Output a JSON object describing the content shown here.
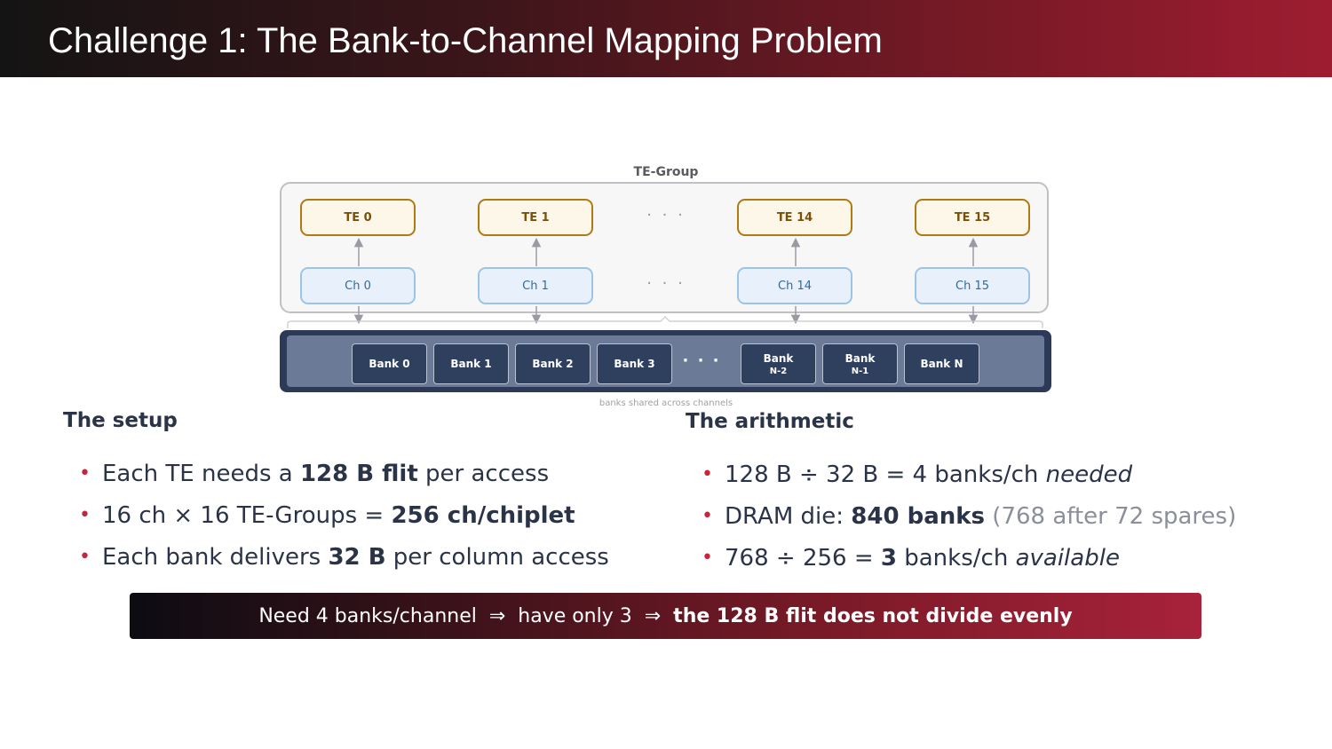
{
  "title": "Challenge 1: The Bank-to-Channel Mapping Problem",
  "diagram": {
    "group_label": "TE-Group",
    "te_boxes": [
      "TE 0",
      "TE 1",
      "TE 14",
      "TE 15"
    ],
    "channels": [
      "Ch 0",
      "Ch 1",
      "Ch 14",
      "Ch 15"
    ],
    "ellipsis": "· · ·",
    "banks": [
      {
        "line1": "Bank 0",
        "line2": ""
      },
      {
        "line1": "Bank 1",
        "line2": ""
      },
      {
        "line1": "Bank 2",
        "line2": ""
      },
      {
        "line1": "Bank 3",
        "line2": ""
      },
      {
        "line1": "Bank",
        "line2": "N-2"
      },
      {
        "line1": "Bank",
        "line2": "N-1"
      },
      {
        "line1": "Bank N",
        "line2": ""
      }
    ],
    "bank_ellipsis": "· · ·",
    "caption": "banks shared across channels"
  },
  "setup": {
    "heading": "The setup",
    "bullets": [
      {
        "pre": "Each TE needs a ",
        "bold": "128 B flit",
        "post": " per access"
      },
      {
        "pre": "16 ch × 16 TE-Groups = ",
        "bold": "256 ch/chiplet",
        "post": ""
      },
      {
        "pre": "Each bank delivers ",
        "bold": "32 B",
        "post": " per column access"
      }
    ]
  },
  "arithmetic": {
    "heading": "The arithmetic",
    "bullets": [
      {
        "pre": "128 B ÷ 32 B = 4 banks/ch ",
        "italic": "needed"
      },
      {
        "pre": "DRAM die: ",
        "bold": "840 banks",
        "muted": " (768 after 72 spares)"
      },
      {
        "pre": "768 ÷ 256 = ",
        "bold": "3",
        "post": " banks/ch ",
        "italic": "available"
      }
    ]
  },
  "banner": {
    "part1": "Need 4 banks/channel  ⇒  have only 3  ⇒  ",
    "part2": "the 128 B flit does not divide evenly"
  },
  "colors": {
    "accent": "#c8243a",
    "te_border": "#b07a12",
    "channel_border": "#9cc4e6",
    "bank_fill": "#2f3f5e"
  }
}
